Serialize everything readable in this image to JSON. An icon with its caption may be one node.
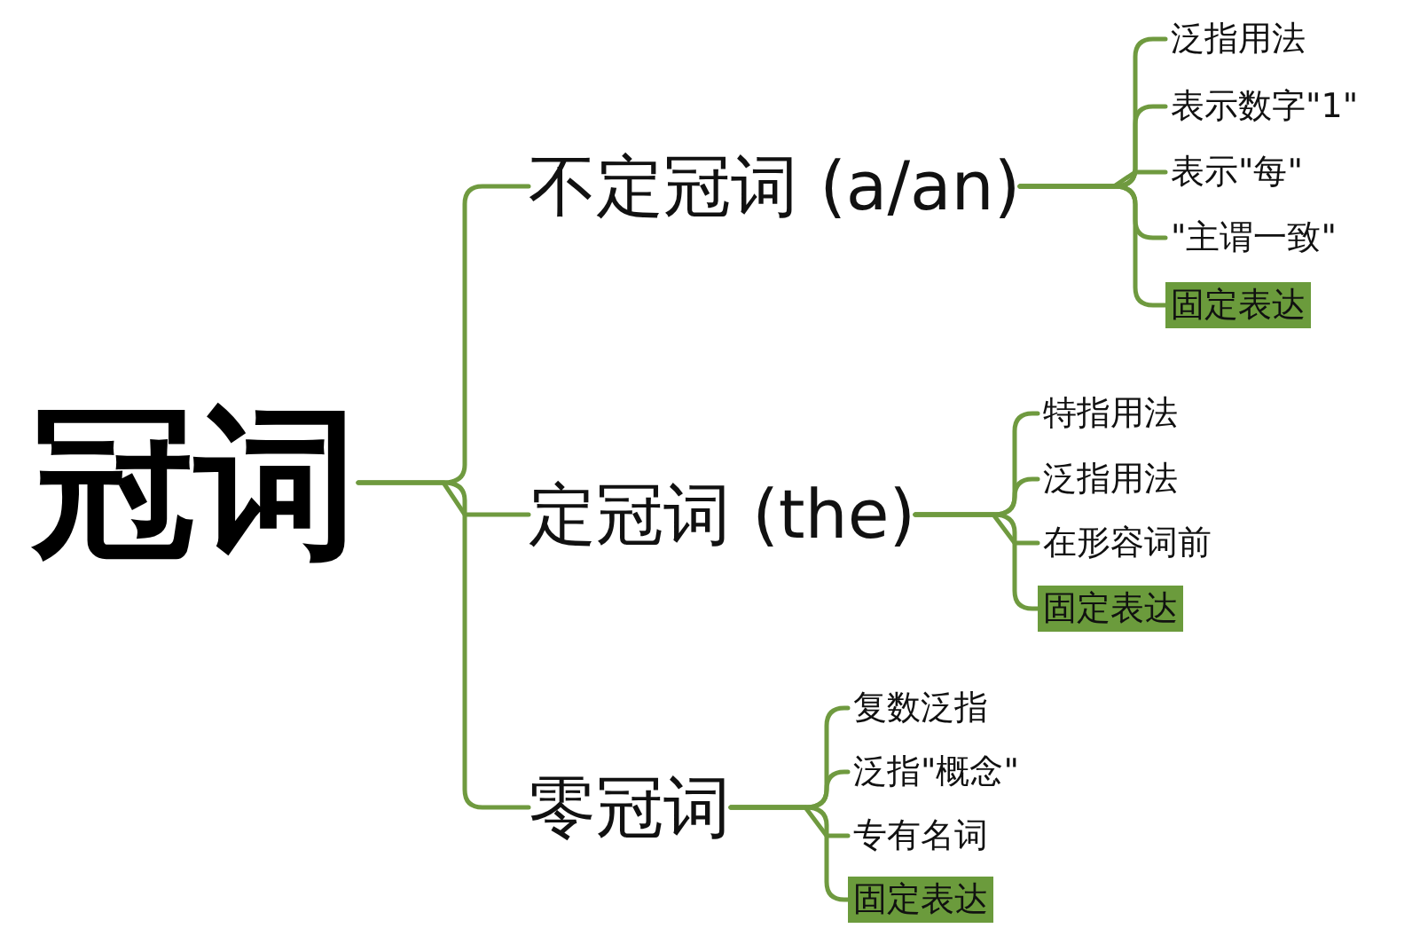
{
  "diagram": {
    "nodes": [
      {
        "text": [
          "冠词"
        ]
      },
      {
        "text": [
          "不定冠词 (a/an)"
        ]
      },
      {
        "text": [
          "定冠词 (the)"
        ]
      },
      {
        "text": [
          "零冠词"
        ]
      },
      {
        "text": [
          "泛指用法"
        ]
      },
      {
        "text": [
          "表示数字\"1\""
        ]
      },
      {
        "text": [
          "表示\"每\""
        ]
      },
      {
        "text": [
          "\"主谓一致\""
        ]
      },
      {
        "text": [
          "固定表达"
        ]
      },
      {
        "text": [
          "特指用法"
        ]
      },
      {
        "text": [
          "泛指用法"
        ]
      },
      {
        "text": [
          "在形容词前"
        ]
      },
      {
        "text": [
          "固定表达"
        ]
      },
      {
        "text": [
          "复数泛指"
        ]
      },
      {
        "text": [
          "泛指\"概念\""
        ]
      },
      {
        "text": [
          "专有名词"
        ]
      },
      {
        "text": [
          "固定表达"
        ]
      }
    ],
    "edges": [
      {
        "from": 0,
        "to": 1,
        "arrow": "none"
      },
      {
        "from": 0,
        "to": 2,
        "arrow": "none"
      },
      {
        "from": 0,
        "to": 3,
        "arrow": "none"
      },
      {
        "from": 1,
        "to": 4,
        "arrow": "none"
      },
      {
        "from": 1,
        "to": 5,
        "arrow": "none"
      },
      {
        "from": 1,
        "to": 6,
        "arrow": "none"
      },
      {
        "from": 1,
        "to": 7,
        "arrow": "none"
      },
      {
        "from": 1,
        "to": 8,
        "arrow": "none"
      },
      {
        "from": 2,
        "to": 9,
        "arrow": "none"
      },
      {
        "from": 2,
        "to": 10,
        "arrow": "none"
      },
      {
        "from": 2,
        "to": 11,
        "arrow": "none"
      },
      {
        "from": 2,
        "to": 12,
        "arrow": "none"
      },
      {
        "from": 3,
        "to": 13,
        "arrow": "none"
      },
      {
        "from": 3,
        "to": 14,
        "arrow": "none"
      },
      {
        "from": 3,
        "to": 15,
        "arrow": "none"
      },
      {
        "from": 3,
        "to": 16,
        "arrow": "none"
      }
    ]
  }
}
